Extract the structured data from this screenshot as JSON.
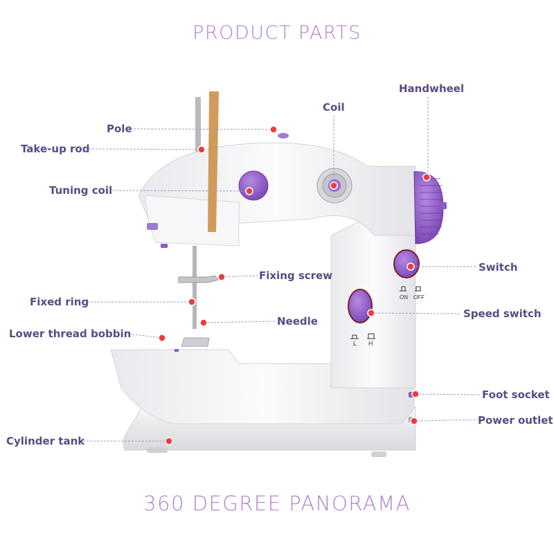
{
  "header": {
    "title": "PRODUCT PARTS"
  },
  "footer": {
    "title": "360 DEGREE PANORAMA"
  },
  "switch_marks": {
    "on": "ON",
    "off": "OFF",
    "low": "L",
    "high": "H"
  },
  "colors": {
    "title": "#b07fd0",
    "label": "#5a4a85",
    "leader": "#9f9ac0",
    "marker": "#ee3b3b",
    "accent_purple": "#8b5cc4",
    "body_white": "#f4f4f6"
  },
  "parts": [
    {
      "id": "pole",
      "label": "Pole"
    },
    {
      "id": "take-up-rod",
      "label": "Take-up rod"
    },
    {
      "id": "tuning-coil",
      "label": "Tuning coil"
    },
    {
      "id": "coil",
      "label": "Coil"
    },
    {
      "id": "handwheel",
      "label": "Handwheel"
    },
    {
      "id": "switch",
      "label": "Switch"
    },
    {
      "id": "fixing-screw",
      "label": "Fixing screw"
    },
    {
      "id": "fixed-ring",
      "label": "Fixed ring"
    },
    {
      "id": "needle",
      "label": "Needle"
    },
    {
      "id": "lower-thread-bobbin",
      "label": "Lower thread bobbin"
    },
    {
      "id": "speed-switch",
      "label": "Speed switch"
    },
    {
      "id": "foot-socket",
      "label": "Foot socket"
    },
    {
      "id": "power-outlet",
      "label": "Power outlet"
    },
    {
      "id": "cylinder-tank",
      "label": "Cylinder tank"
    }
  ]
}
